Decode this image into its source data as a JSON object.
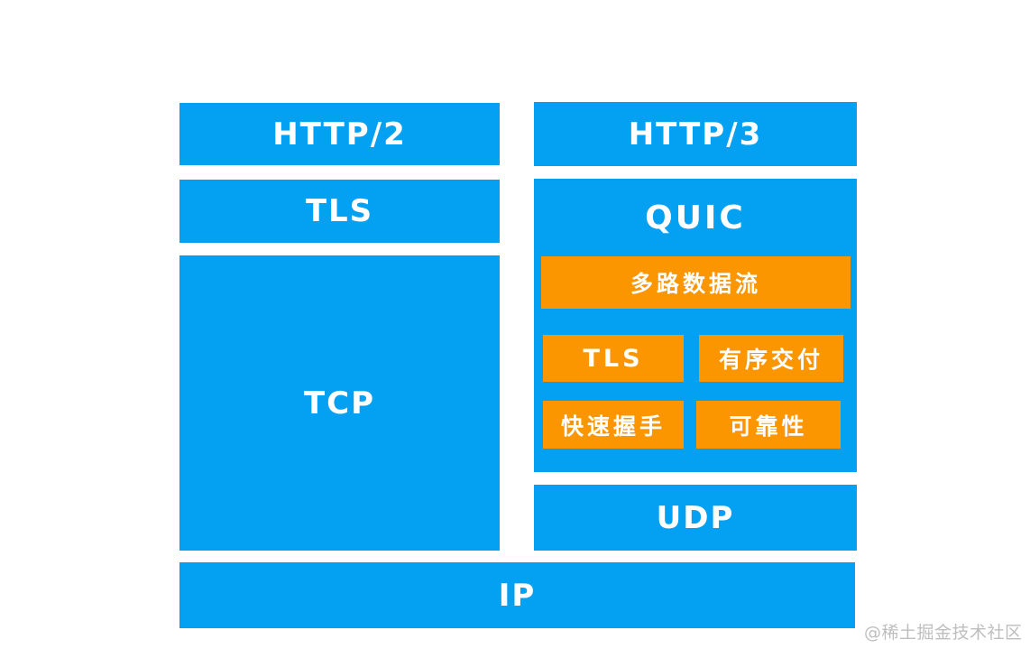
{
  "diagram": {
    "title_implicit": "HTTP/2 vs HTTP/3 protocol stack",
    "left_stack": {
      "http2": "HTTP/2",
      "tls": "TLS",
      "tcp": "TCP"
    },
    "right_stack": {
      "http3": "HTTP/3",
      "quic": "QUIC",
      "quic_features": {
        "multiplex": "多路数据流",
        "tls": "TLS",
        "ordered_delivery": "有序交付",
        "fast_handshake": "快速握手",
        "reliability": "可靠性"
      },
      "udp": "UDP"
    },
    "shared_layer": {
      "ip": "IP"
    },
    "watermark": "@稀土掘金技术社区"
  },
  "colors": {
    "blue": "#04a1f3",
    "orange": "#fc9600",
    "label": "#ffffff",
    "watermark": "#bebebe",
    "background": "#ffffff"
  }
}
